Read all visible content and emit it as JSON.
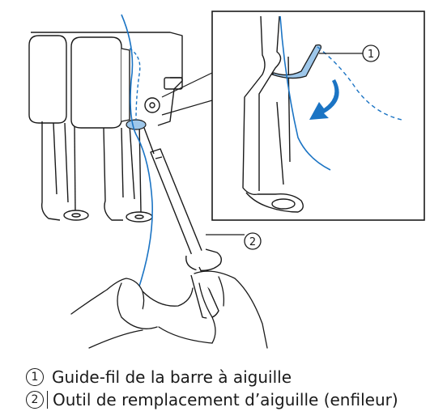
{
  "figure": {
    "callouts": [
      {
        "marker": "1"
      },
      {
        "marker": "2"
      }
    ]
  },
  "legend": {
    "items": [
      {
        "marker": "1",
        "label": "Guide-fil de la barre à aiguille"
      },
      {
        "marker": "2",
        "label": "Outil de remplacement d’aiguille (enfileur)"
      }
    ]
  },
  "colors": {
    "line": "#1a1a1a",
    "thread": "#1b74c4",
    "highlight": "#9ec7ea",
    "background": "#ffffff"
  }
}
